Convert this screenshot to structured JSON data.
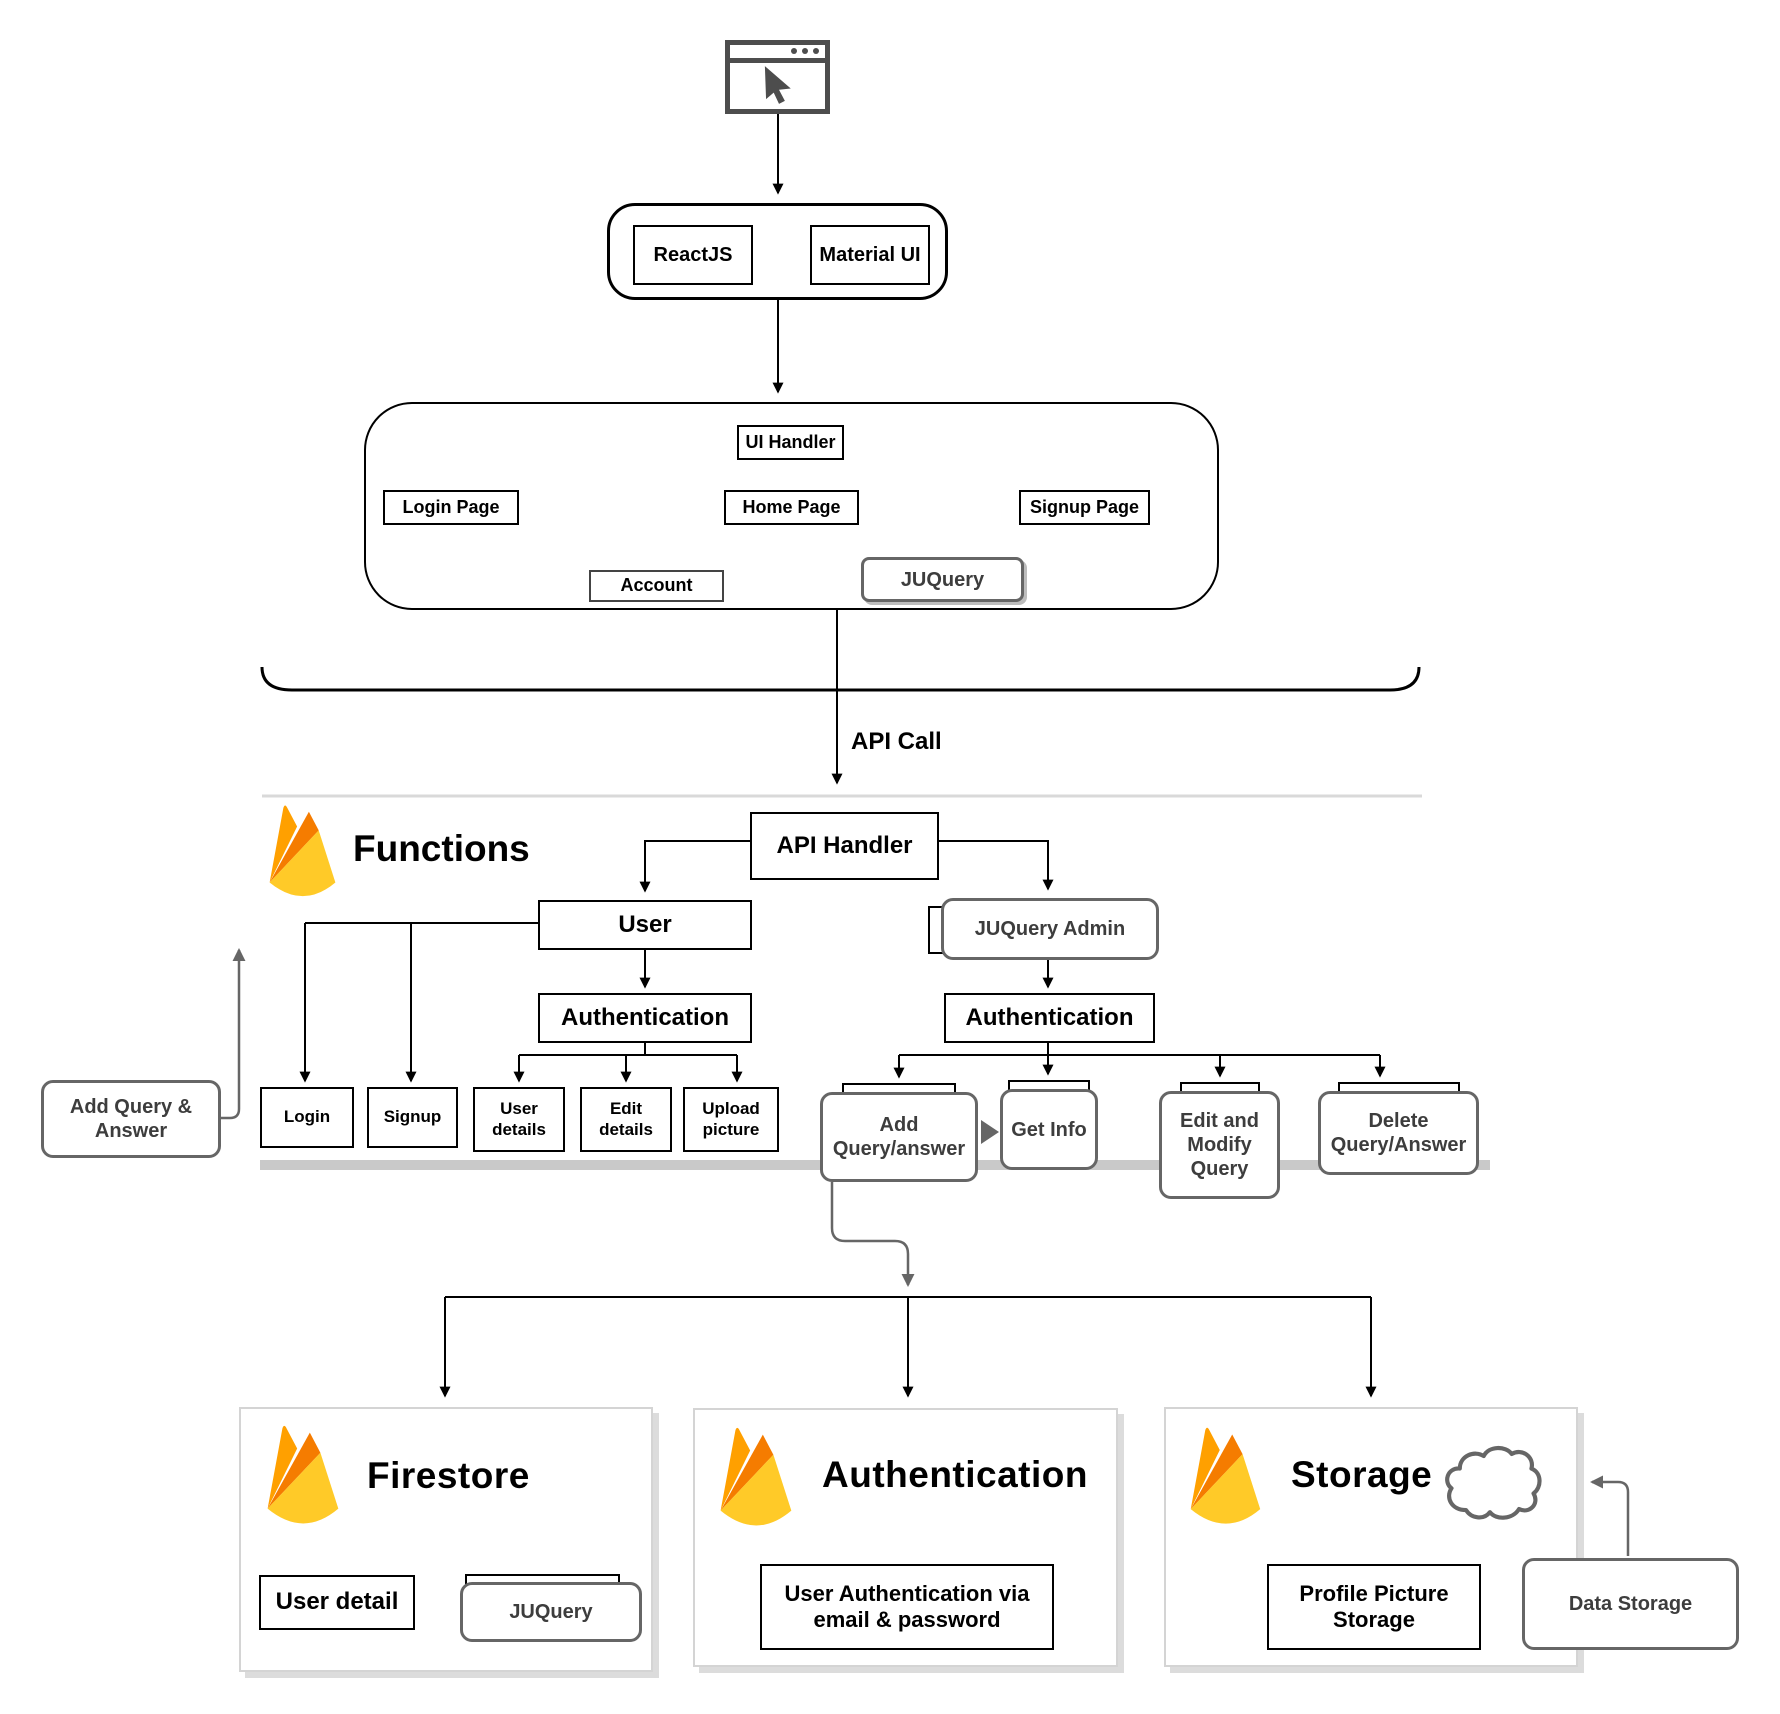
{
  "icons": {
    "browser": "browser-window-icon",
    "cursor": "mouse-cursor-icon",
    "firebase": "firebase-flame-icon",
    "cloud": "cloud-icon"
  },
  "colors": {
    "firebase_yellow": "#FFCA28",
    "firebase_orange": "#F57C00",
    "firebase_amber": "#FFA000",
    "box_border": "#000000",
    "rounded_border": "#666666",
    "platform_bar": "#c9c9c9",
    "divider": "#d9d9d9",
    "icon_gray": "#4d4d4d"
  },
  "frontend": {
    "reactjs": "ReactJS",
    "material_ui": "Material UI",
    "ui_handler": "UI Handler",
    "login_page": "Login Page",
    "home_page": "Home Page",
    "signup_page": "Signup Page",
    "account": "Account",
    "juquery": "JUQuery"
  },
  "api": {
    "call_label": "API Call"
  },
  "functions": {
    "section_title": "Functions",
    "api_handler": "API Handler",
    "user": "User",
    "juquery_admin": "JUQuery Admin",
    "user_authentication": "Authentication",
    "admin_authentication": "Authentication",
    "login": "Login",
    "signup": "Signup",
    "user_details": "User details",
    "edit_details": "Edit details",
    "upload_picture": "Upload picture",
    "add_query_answer_note": "Add Query  & Answer",
    "add_query_answer": "Add Query/answer",
    "get_info": "Get Info",
    "edit_modify_query": "Edit and Modify Query",
    "delete_query_answer": "Delete Query/Answer"
  },
  "firestore": {
    "title": "Firestore",
    "user_detail": "User detail",
    "juquery": "JUQuery"
  },
  "auth_service": {
    "title": "Authentication",
    "description": "User Authentication via email & password"
  },
  "storage": {
    "title": "Storage",
    "profile_picture": "Profile Picture Storage",
    "data_storage": "Data Storage"
  }
}
